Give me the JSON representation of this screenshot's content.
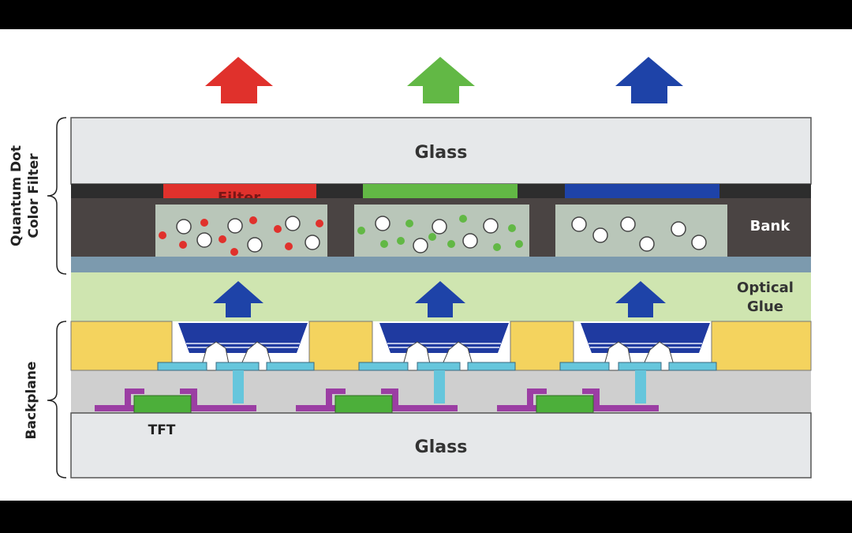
{
  "labels": {
    "glass_top": "Glass",
    "glass_bottom": "Glass",
    "filter": "Filter",
    "bank": "Bank",
    "optical_glue_line1": "Optical",
    "optical_glue_line2": "Glue",
    "tft": "TFT",
    "side_quantum_dot": "Quantum Dot",
    "side_color_filter": "Color Filter",
    "side_backplane": "Backplane"
  },
  "colors": {
    "background": "#000000",
    "glass": "#e6e8ea",
    "bank": "#4a4443",
    "black_matrix": "#2d2d2d",
    "qd_layer": "#b9c6b9",
    "blue_layer": "#7c9aae",
    "optical_glue": "#cfe5b0",
    "yellow_block": "#f4d35e",
    "backplane_gray": "#cfcfcf",
    "tft_purple": "#9b3ea3",
    "tft_green": "#4caf3a",
    "led_blue": "#1f3aa0",
    "pad_cyan": "#66c6dc",
    "red": "#e0312c",
    "green": "#62b845",
    "blue": "#1e43a8"
  },
  "subpixels": [
    {
      "color_name": "red",
      "arrow_color": "#e0312c",
      "filter_color": "#e0312c"
    },
    {
      "color_name": "green",
      "arrow_color": "#62b845",
      "filter_color": "#62b845"
    },
    {
      "color_name": "blue",
      "arrow_color": "#1e43a8",
      "filter_color": "#1e43a8"
    }
  ]
}
